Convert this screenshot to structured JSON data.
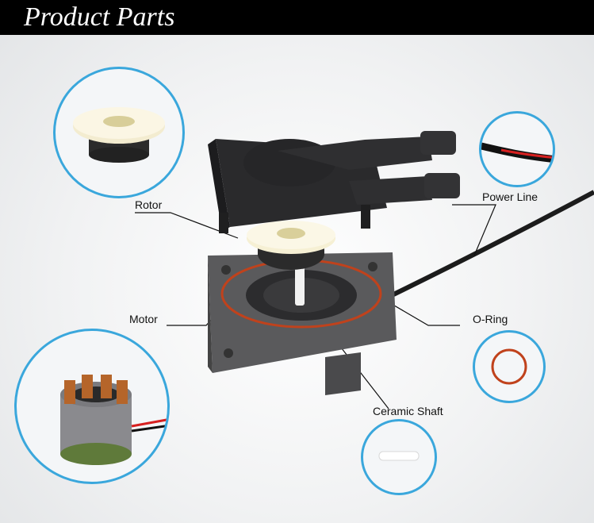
{
  "header": {
    "title": "Product Parts"
  },
  "labels": {
    "rotor": "Rotor",
    "power_line": "Power Line",
    "motor": "Motor",
    "o_ring": "O-Ring",
    "ceramic_shaft": "Ceramic Shaft"
  },
  "colors": {
    "accent_circle": "#3aa7dc",
    "o_ring": "#c0421c",
    "header_bg": "#000000"
  }
}
